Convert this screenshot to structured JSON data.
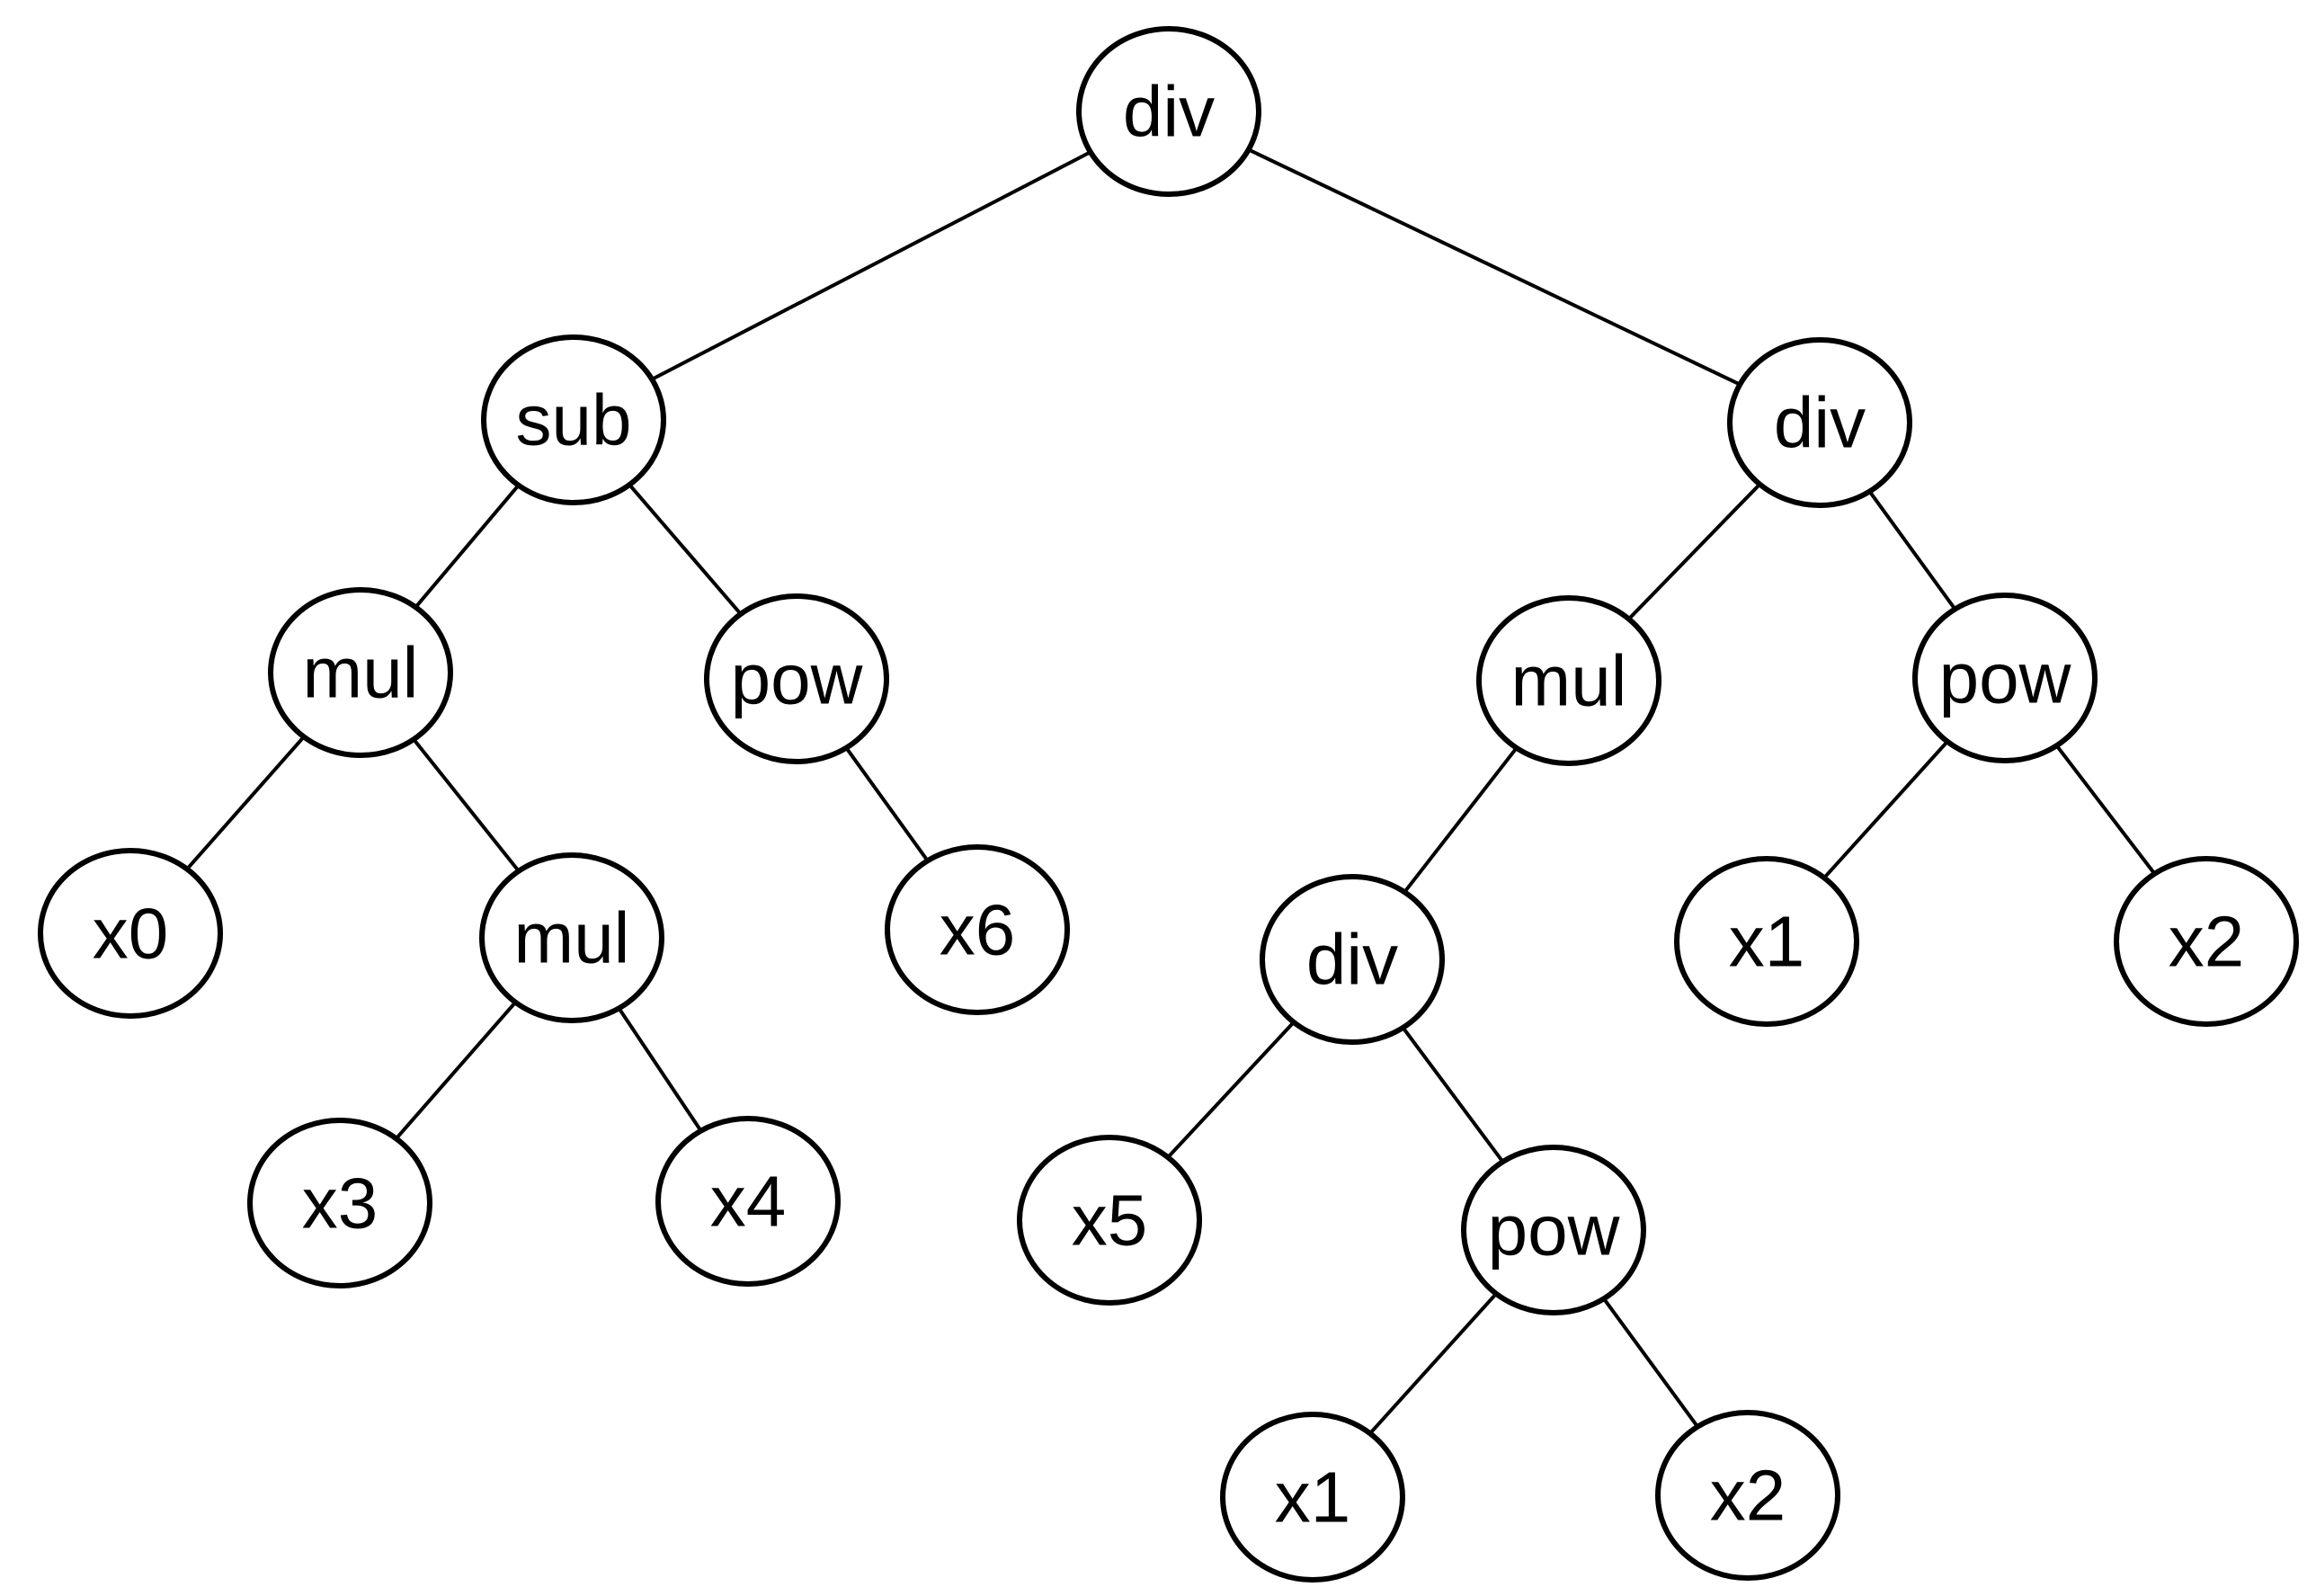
{
  "colors": {
    "stroke": "#000000",
    "fill": "#ffffff",
    "text": "#000000"
  },
  "tree": {
    "nodes": [
      {
        "id": "n0",
        "label": "div"
      },
      {
        "id": "n1",
        "label": "sub"
      },
      {
        "id": "n2",
        "label": "div"
      },
      {
        "id": "n3",
        "label": "mul"
      },
      {
        "id": "n4",
        "label": "pow"
      },
      {
        "id": "n5",
        "label": "x0"
      },
      {
        "id": "n6",
        "label": "mul"
      },
      {
        "id": "n7",
        "label": "x6"
      },
      {
        "id": "n8",
        "label": "x3"
      },
      {
        "id": "n9",
        "label": "x4"
      },
      {
        "id": "n10",
        "label": "mul"
      },
      {
        "id": "n11",
        "label": "pow"
      },
      {
        "id": "n12",
        "label": "div"
      },
      {
        "id": "n13",
        "label": "x1"
      },
      {
        "id": "n14",
        "label": "x2"
      },
      {
        "id": "n15",
        "label": "x5"
      },
      {
        "id": "n16",
        "label": "pow"
      },
      {
        "id": "n17",
        "label": "x1"
      },
      {
        "id": "n18",
        "label": "x2"
      }
    ],
    "edges": [
      {
        "from": "n0",
        "to": "n1"
      },
      {
        "from": "n0",
        "to": "n2"
      },
      {
        "from": "n1",
        "to": "n3"
      },
      {
        "from": "n1",
        "to": "n4"
      },
      {
        "from": "n3",
        "to": "n5"
      },
      {
        "from": "n3",
        "to": "n6"
      },
      {
        "from": "n4",
        "to": "n7"
      },
      {
        "from": "n6",
        "to": "n8"
      },
      {
        "from": "n6",
        "to": "n9"
      },
      {
        "from": "n2",
        "to": "n10"
      },
      {
        "from": "n2",
        "to": "n11"
      },
      {
        "from": "n10",
        "to": "n12"
      },
      {
        "from": "n11",
        "to": "n13"
      },
      {
        "from": "n11",
        "to": "n14"
      },
      {
        "from": "n12",
        "to": "n15"
      },
      {
        "from": "n12",
        "to": "n16"
      },
      {
        "from": "n16",
        "to": "n17"
      },
      {
        "from": "n16",
        "to": "n18"
      }
    ]
  }
}
